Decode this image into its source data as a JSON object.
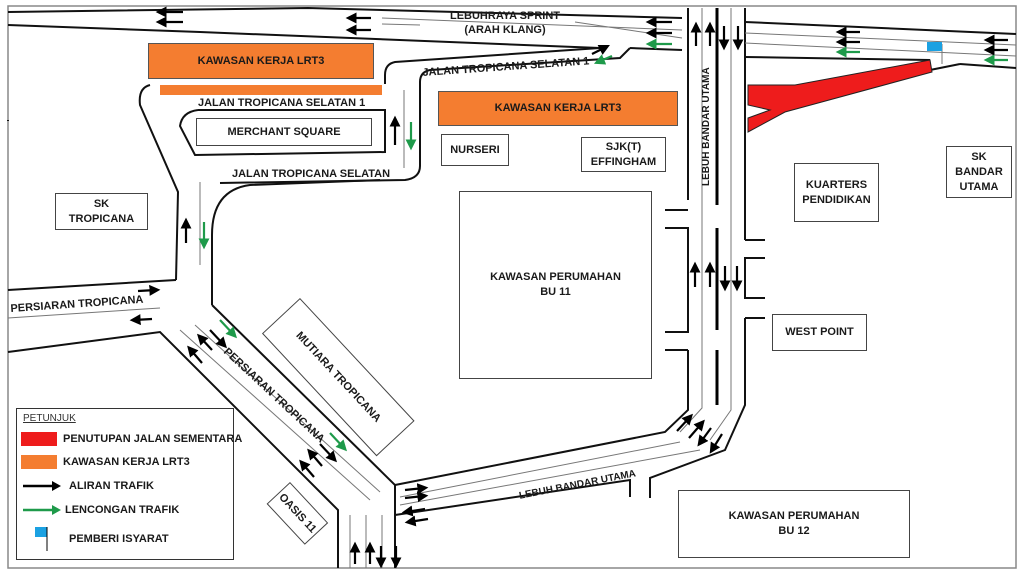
{
  "colors": {
    "closure": "#EE1C1C",
    "lrt_work_zone": "#F47D30",
    "traffic_flow": "#000000",
    "traffic_diversion": "#1E9A4A",
    "signal_flag": "#1BA1E2"
  },
  "roads": {
    "lebuhraya_sprint": "LEBUHRAYA SPRINT",
    "lebuhraya_sprint_direction": "(ARAH KLANG)",
    "jalan_tropicana_selatan_1_top": "JALAN TROPICANA SELATAN 1",
    "jalan_tropicana_selatan_1": "JALAN TROPICANA SELATAN 1",
    "jalan_tropicana_selatan": "JALAN TROPICANA SELATAN",
    "lebuh_bandar_utama_vertical": "LEBUH BANDAR UTAMA",
    "lebuh_bandar_utama_lower": "LEBUH BANDAR UTAMA",
    "persiaran_tropicana_west": "PERSIARAN TROPICANA",
    "persiaran_tropicana_diagonal": "PERSIARAN TROPICANA"
  },
  "places": {
    "lrt_zone_1": "KAWASAN KERJA LRT3",
    "lrt_zone_2": "KAWASAN KERJA LRT3",
    "merchant_square": "MERCHANT SQUARE",
    "nurseri": "NURSERI",
    "sjkt_effingham": "SJK(T)\nEFFINGHAM",
    "sk_tropicana": "SK\nTROPICANA",
    "perumahan_bu11": "KAWASAN PERUMAHAN\nBU 11",
    "kuarters_pendidikan": "KUARTERS\nPENDIDIKAN",
    "sk_bandar_utama": "SK\nBANDAR\nUTAMA",
    "west_point": "WEST POINT",
    "mutiara_tropicana": "MUTIARA TROPICANA",
    "oasis_11": "OASIS 11",
    "perumahan_bu12": "KAWASAN PERUMAHAN\nBU 12"
  },
  "legend": {
    "title": "PETUNJUK",
    "items": [
      {
        "label": "PENUTUPAN JALAN SEMENTARA",
        "symbol": "red-block"
      },
      {
        "label": "KAWASAN KERJA LRT3",
        "symbol": "orange-block"
      },
      {
        "label": "ALIRAN TRAFIK",
        "symbol": "black-arrow"
      },
      {
        "label": "LENCONGAN TRAFIK",
        "symbol": "green-arrow"
      },
      {
        "label": "PEMBERI ISYARAT",
        "symbol": "blue-flag"
      }
    ]
  }
}
